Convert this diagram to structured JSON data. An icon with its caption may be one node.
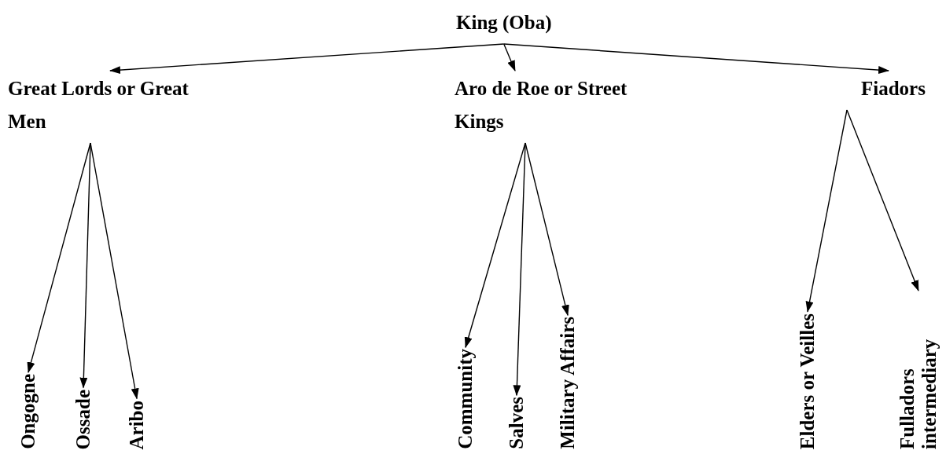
{
  "diagram": {
    "nodes": [
      {
        "text": [
          "King (Oba)"
        ]
      },
      {
        "text": [
          "Great Lords or Great Men"
        ]
      },
      {
        "text": [
          "Aro de Roe or Street Kings"
        ]
      },
      {
        "text": [
          "Fiadors"
        ]
      },
      {
        "text": [
          "Ongogne"
        ]
      },
      {
        "text": [
          "Ossade"
        ]
      },
      {
        "text": [
          "Aribo"
        ]
      },
      {
        "text": [
          "Community"
        ]
      },
      {
        "text": [
          "Salves"
        ]
      },
      {
        "text": [
          "Military Affairs"
        ]
      },
      {
        "text": [
          "Elders or Veilles"
        ]
      },
      {
        "text": [
          "Fulladors intermediary"
        ]
      }
    ],
    "edges": [
      {
        "from": 0,
        "to": 1,
        "arrow": "to"
      },
      {
        "from": 0,
        "to": 2,
        "arrow": "to"
      },
      {
        "from": 0,
        "to": 3,
        "arrow": "to"
      },
      {
        "from": 1,
        "to": 4,
        "arrow": "to"
      },
      {
        "from": 1,
        "to": 5,
        "arrow": "to"
      },
      {
        "from": 1,
        "to": 6,
        "arrow": "to"
      },
      {
        "from": 2,
        "to": 7,
        "arrow": "to"
      },
      {
        "from": 2,
        "to": 8,
        "arrow": "to"
      },
      {
        "from": 2,
        "to": 9,
        "arrow": "to"
      },
      {
        "from": 3,
        "to": 10,
        "arrow": "to"
      },
      {
        "from": 3,
        "to": 11,
        "arrow": "to"
      }
    ]
  }
}
